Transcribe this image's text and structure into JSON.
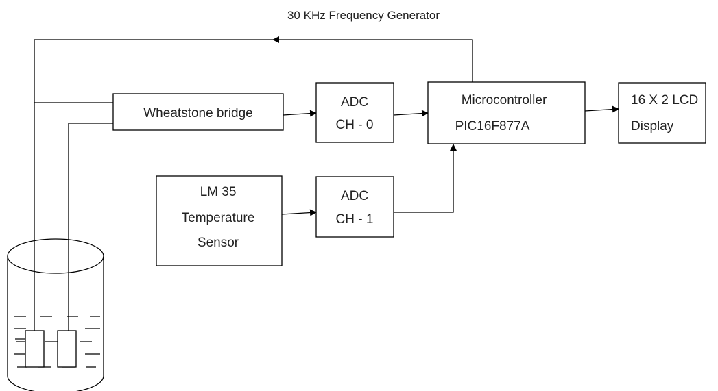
{
  "header": {
    "title": "30 KHz Frequency Generator"
  },
  "blocks": {
    "wheatstone": {
      "label": "Wheatstone bridge"
    },
    "adc0": {
      "line1": "ADC",
      "line2": "CH - 0"
    },
    "adc1": {
      "line1": "ADC",
      "line2": "CH - 1"
    },
    "mcu": {
      "line1": "Microcontroller",
      "line2": "PIC16F877A"
    },
    "lcd": {
      "line1": "16 X 2 LCD",
      "line2": "Display"
    },
    "lm35": {
      "line1": "LM 35",
      "line2": "Temperature",
      "line3": "Sensor"
    }
  }
}
